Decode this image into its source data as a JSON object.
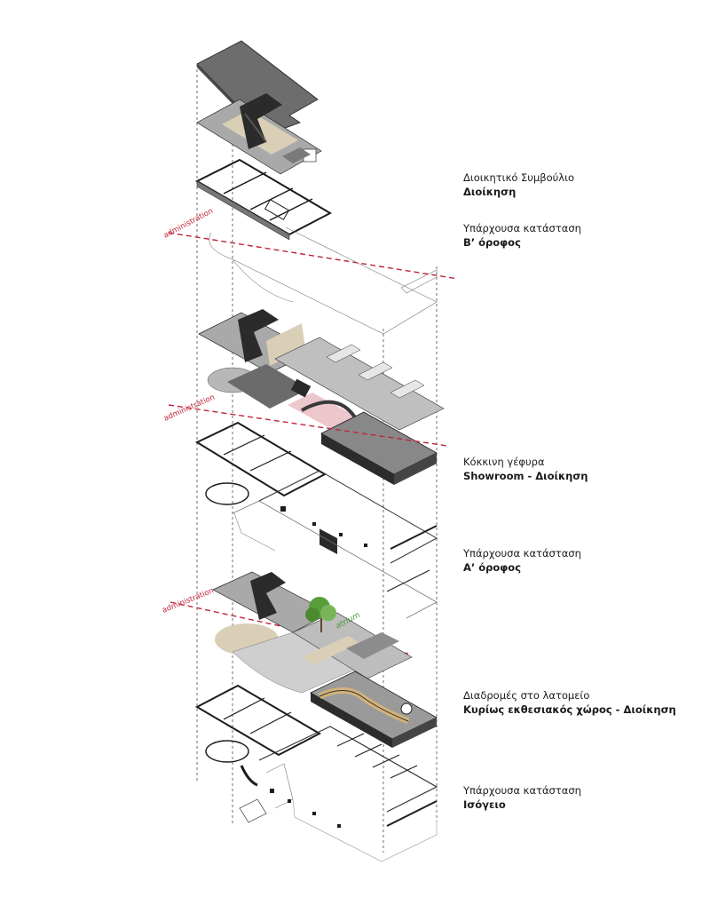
{
  "labels": [
    {
      "line1": "Διοικητικό Συμβούλιο",
      "line2": "Διοίκηση"
    },
    {
      "line1": "Υπάρχουσα κατάσταση",
      "line2": "Β’ όροφος"
    },
    {
      "line1": "Κόκκινη γέφυρα",
      "line2": "Showroom - Διοίκηση"
    },
    {
      "line1": "Υπάρχουσα κατάσταση",
      "line2": "Α’ όροφος"
    },
    {
      "line1": "Διαδρομές στο λατομείο",
      "line2": "Κυρίως εκθεσιακός χώρος - Διοίκηση"
    },
    {
      "line1": "Υπάρχουσα κατάσταση",
      "line2": "Ισόγειο"
    }
  ],
  "tags": [
    "administration",
    "administration",
    "administration"
  ],
  "atrium": "atrium",
  "colors": {
    "dash_red": "#c0243a",
    "roof_dark": "#6d6d6d",
    "plate_grey": "#a9a9a9",
    "beige": "#d9cfb6",
    "wall_black": "#1c1c1c",
    "tree_green": "#5a9e3c"
  }
}
